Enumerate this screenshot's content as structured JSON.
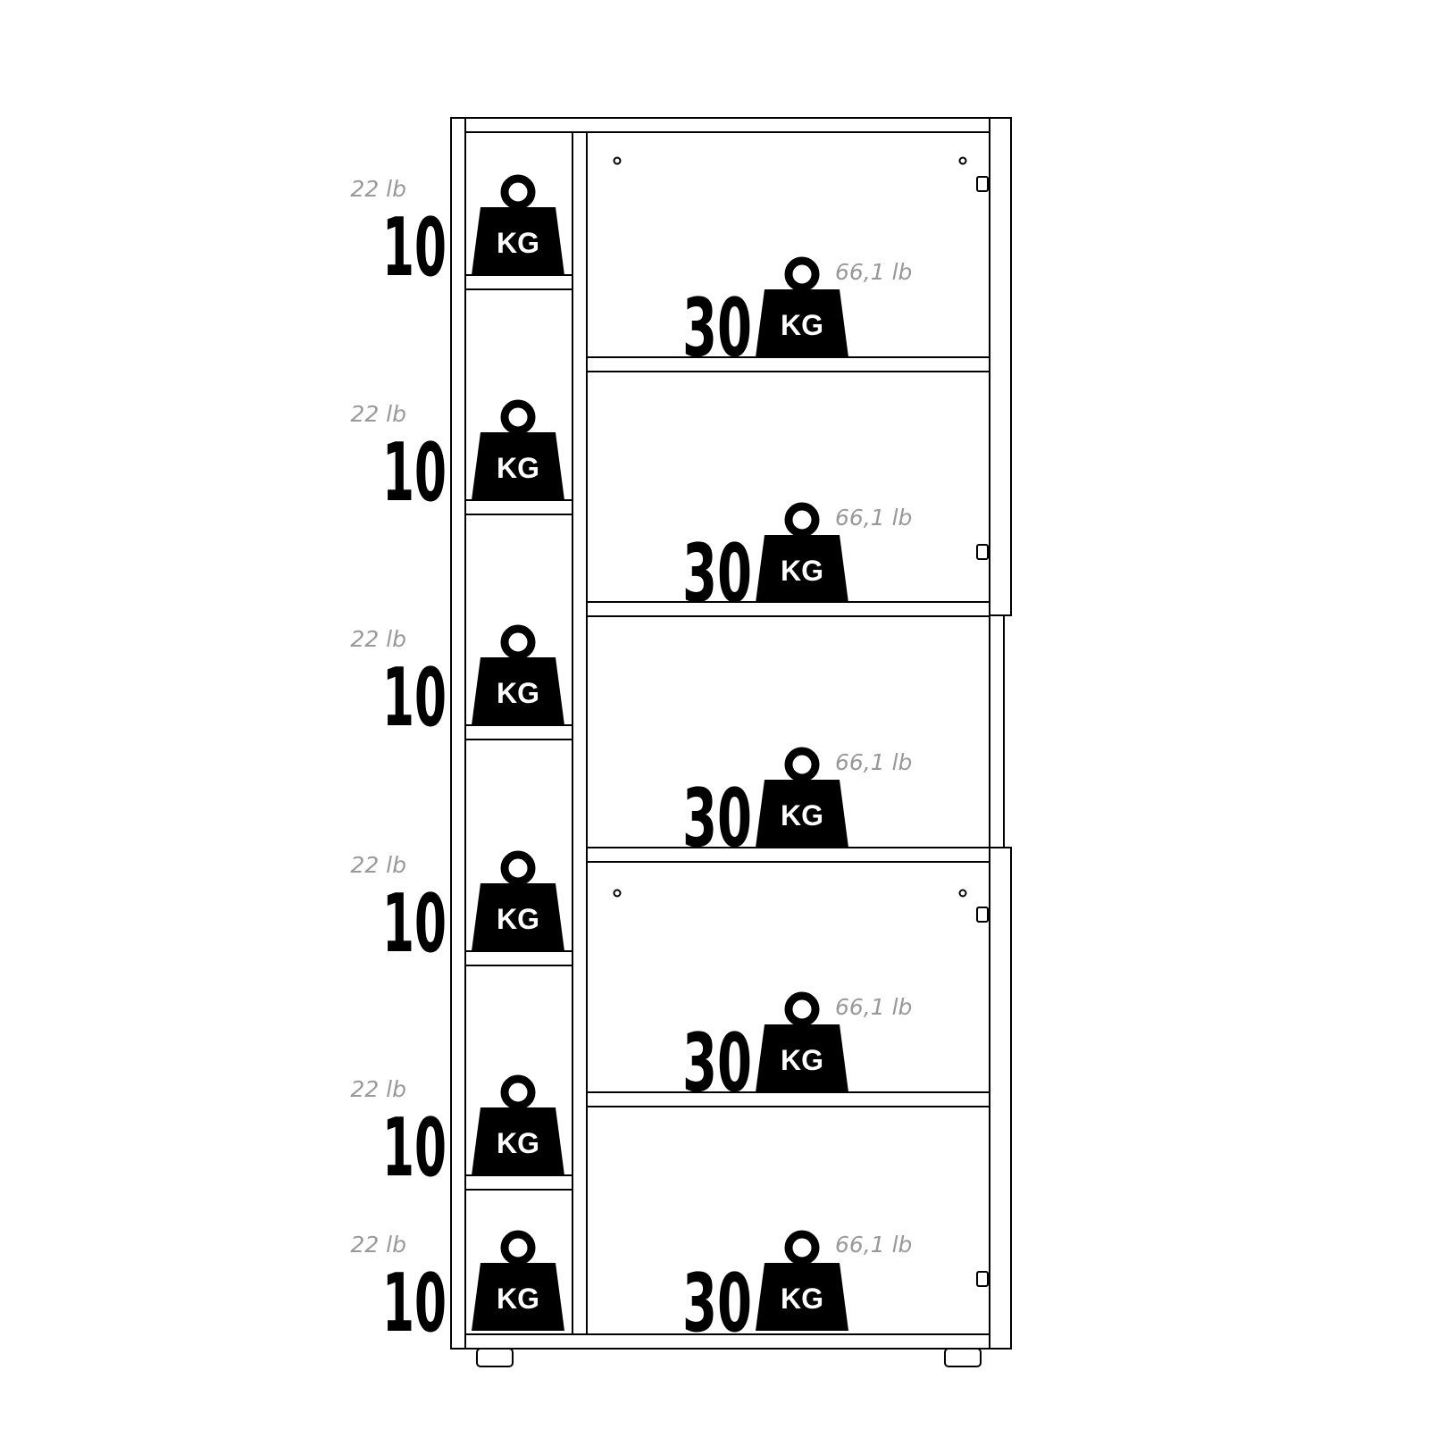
{
  "colors": {
    "line": "#000000",
    "weight_fill": "#000000",
    "weight_text": "#ffffff",
    "lb_text": "#999999",
    "background": "#ffffff"
  },
  "weight_icon": "kettlebell-weight-icon",
  "left_column": {
    "compartments": [
      {
        "kg": "10",
        "unit": "KG",
        "lb": "22 lb"
      },
      {
        "kg": "10",
        "unit": "KG",
        "lb": "22 lb"
      },
      {
        "kg": "10",
        "unit": "KG",
        "lb": "22 lb"
      },
      {
        "kg": "10",
        "unit": "KG",
        "lb": "22 lb"
      },
      {
        "kg": "10",
        "unit": "KG",
        "lb": "22 lb"
      },
      {
        "kg": "10",
        "unit": "KG",
        "lb": "22 lb"
      }
    ]
  },
  "right_column": {
    "compartments": [
      {
        "kg": "30",
        "unit": "KG",
        "lb": "66,1 lb"
      },
      {
        "kg": "30",
        "unit": "KG",
        "lb": "66,1 lb"
      },
      {
        "kg": "30",
        "unit": "KG",
        "lb": "66,1 lb"
      },
      {
        "kg": "30",
        "unit": "KG",
        "lb": "66,1 lb"
      },
      {
        "kg": "30",
        "unit": "KG",
        "lb": "66,1 lb"
      }
    ]
  }
}
